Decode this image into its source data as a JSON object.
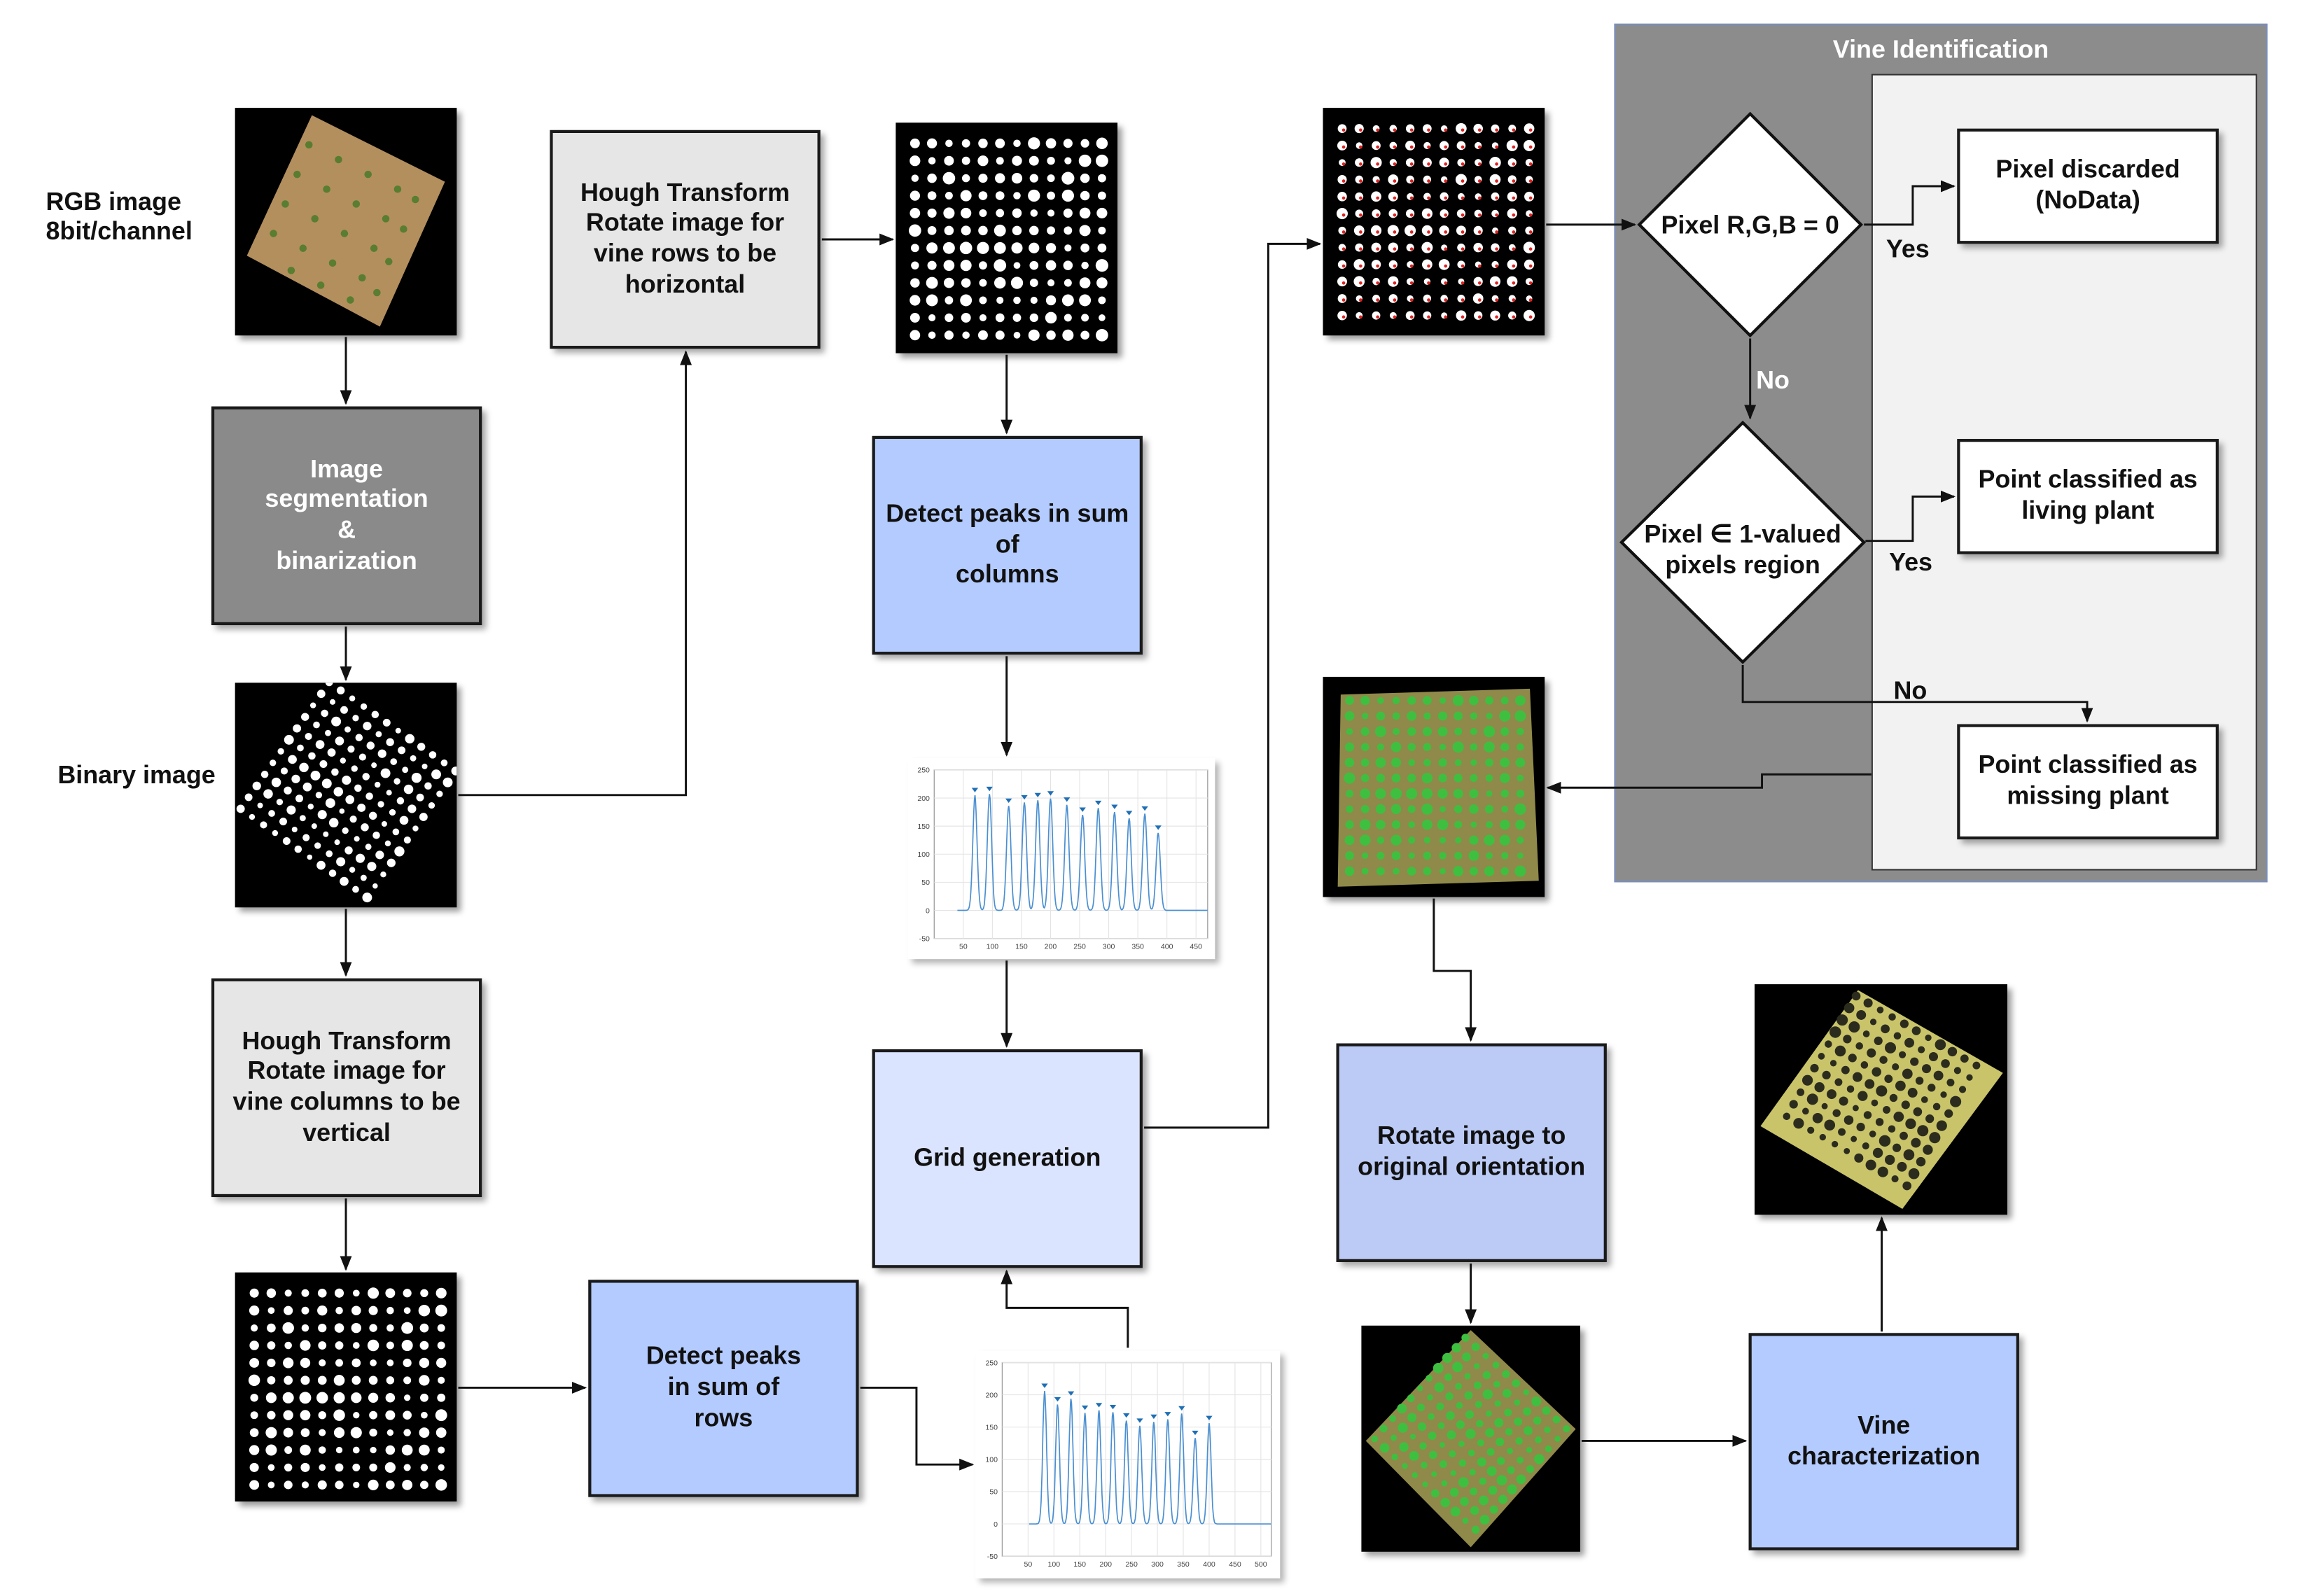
{
  "panel": {
    "title": "Vine Identification"
  },
  "labels": {
    "rgb": "RGB image\n8bit/channel",
    "binary": "Binary image"
  },
  "boxes": {
    "segmentation": "Image\nsegmentation\n&\nbinarization",
    "hough_rows": "Hough Transform\nRotate image for\nvine rows to be\nhorizontal",
    "hough_cols": "Hough Transform\nRotate image for\nvine columns to be\nvertical",
    "peaks_columns": "Detect peaks in sum\nof\ncolumns",
    "peaks_rows": "Detect peaks\nin sum of\nrows",
    "grid": "Grid generation",
    "rotate_back": "Rotate image to\noriginal orientation",
    "vine_char": "Vine\ncharacterization",
    "discarded": "Pixel discarded\n(NoData)",
    "living": "Point classified as\nliving plant",
    "missing": "Point classified as\nmissing plant"
  },
  "decisions": {
    "rgb_zero": "Pixel R,G,B = 0",
    "one_valued": "Pixel ∈ 1-valued\npixels region"
  },
  "edges": {
    "yes1": "Yes",
    "no1": "No",
    "yes2": "Yes",
    "no2": "No"
  },
  "chart_data": [
    {
      "type": "line",
      "id": "column-sum",
      "yticks": [
        "250",
        "200",
        "150",
        "100",
        "50",
        "0",
        "-50"
      ],
      "xticks": [
        "50",
        "100",
        "150",
        "200",
        "250",
        "300",
        "350",
        "400",
        "450"
      ],
      "ylim": [
        -50,
        250
      ],
      "xlim": [
        0,
        470
      ],
      "peaks_x": [
        70,
        95,
        128,
        155,
        178,
        200,
        228,
        255,
        282,
        310,
        335,
        362,
        385
      ],
      "peaks_y": [
        205,
        207,
        186,
        192,
        196,
        199,
        188,
        170,
        182,
        175,
        164,
        172,
        138
      ]
    },
    {
      "type": "line",
      "id": "row-sum",
      "yticks": [
        "250",
        "200",
        "150",
        "100",
        "50",
        "0",
        "-50"
      ],
      "xticks": [
        "50",
        "100",
        "150",
        "200",
        "250",
        "300",
        "350",
        "400",
        "450",
        "500"
      ],
      "ylim": [
        -50,
        250
      ],
      "xlim": [
        0,
        520
      ],
      "peaks_x": [
        82,
        107,
        133,
        160,
        187,
        214,
        240,
        266,
        293,
        320,
        347,
        373,
        400
      ],
      "peaks_y": [
        206,
        185,
        194,
        172,
        176,
        173,
        160,
        152,
        158,
        162,
        171,
        133,
        156
      ]
    }
  ]
}
